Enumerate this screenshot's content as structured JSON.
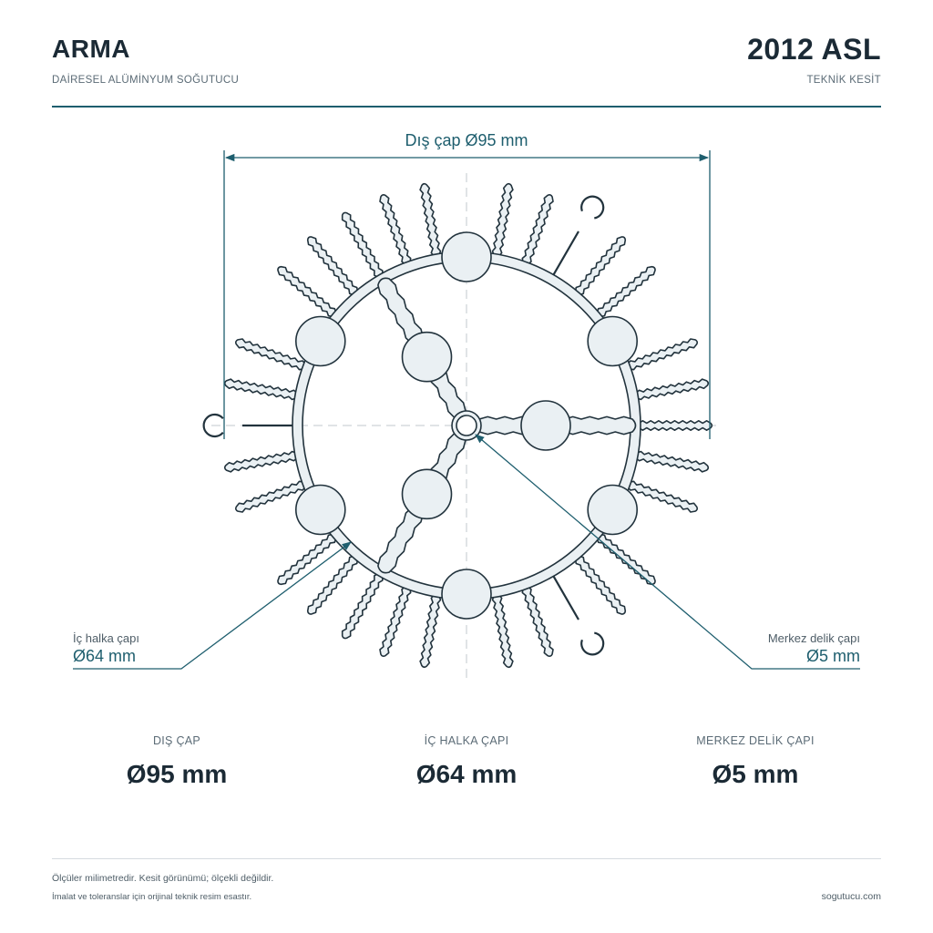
{
  "header": {
    "brand": "ARMA",
    "subtitle": "DAİRESEL ALÜMİNYUM SOĞUTUCU",
    "model": "2012 ASL",
    "view_label": "TEKNİK KESİT"
  },
  "drawing": {
    "outer_dim_label": "Dış çap Ø95 mm",
    "inner_callout": {
      "label": "İç halka çapı",
      "value": "Ø64 mm"
    },
    "center_callout": {
      "label": "Merkez delik çapı",
      "value": "Ø5 mm"
    },
    "colors": {
      "accent": "#1e5e6e",
      "profile_fill": "#eaf0f3",
      "profile_stroke": "#22333d",
      "centerline": "#c2c9ce"
    }
  },
  "specs": [
    {
      "label": "DIŞ ÇAP",
      "value": "Ø95 mm"
    },
    {
      "label": "İÇ HALKA ÇAPI",
      "value": "Ø64 mm"
    },
    {
      "label": "MERKEZ DELİK ÇAPI",
      "value": "Ø5 mm"
    }
  ],
  "footer": {
    "note1": "Ölçüler milimetredir. Kesit görünümü; ölçekli değildir.",
    "note2": "İmalat ve toleranslar için orijinal teknik resim esastır.",
    "site": "sogutucu.com"
  }
}
